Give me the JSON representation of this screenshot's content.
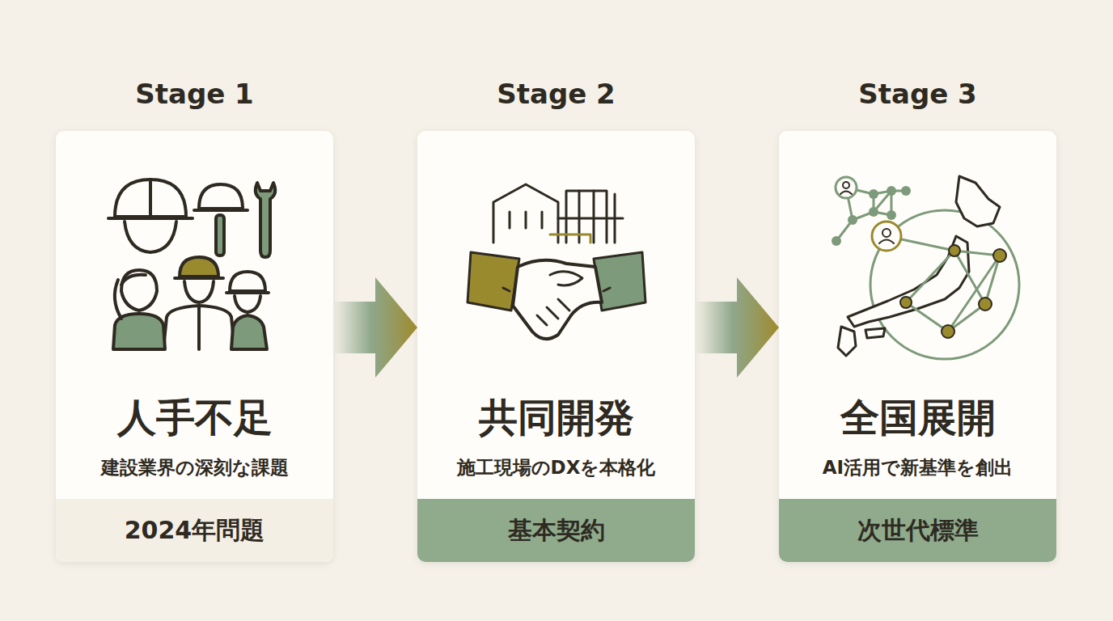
{
  "diagram": {
    "nodes": [
      {
        "text": [
          "Stage 1",
          "人手不足",
          "建設業界の深刻な課題"
        ]
      },
      {
        "text": [
          "2024年問題"
        ],
        "in": 0
      },
      {
        "text": [
          "Stage 2",
          "共同開発",
          "施工現場のDXを本格化"
        ]
      },
      {
        "text": [
          "基本契約"
        ],
        "in": 2
      },
      {
        "text": [
          "Stage 3",
          "全国展開",
          "AI活用で新基準を創出"
        ]
      },
      {
        "text": [
          "次世代標準"
        ],
        "in": 4
      }
    ],
    "edges": [
      {
        "from": 0,
        "to": 2,
        "arrow": "to"
      },
      {
        "from": 2,
        "to": 4,
        "arrow": "to"
      }
    ]
  }
}
